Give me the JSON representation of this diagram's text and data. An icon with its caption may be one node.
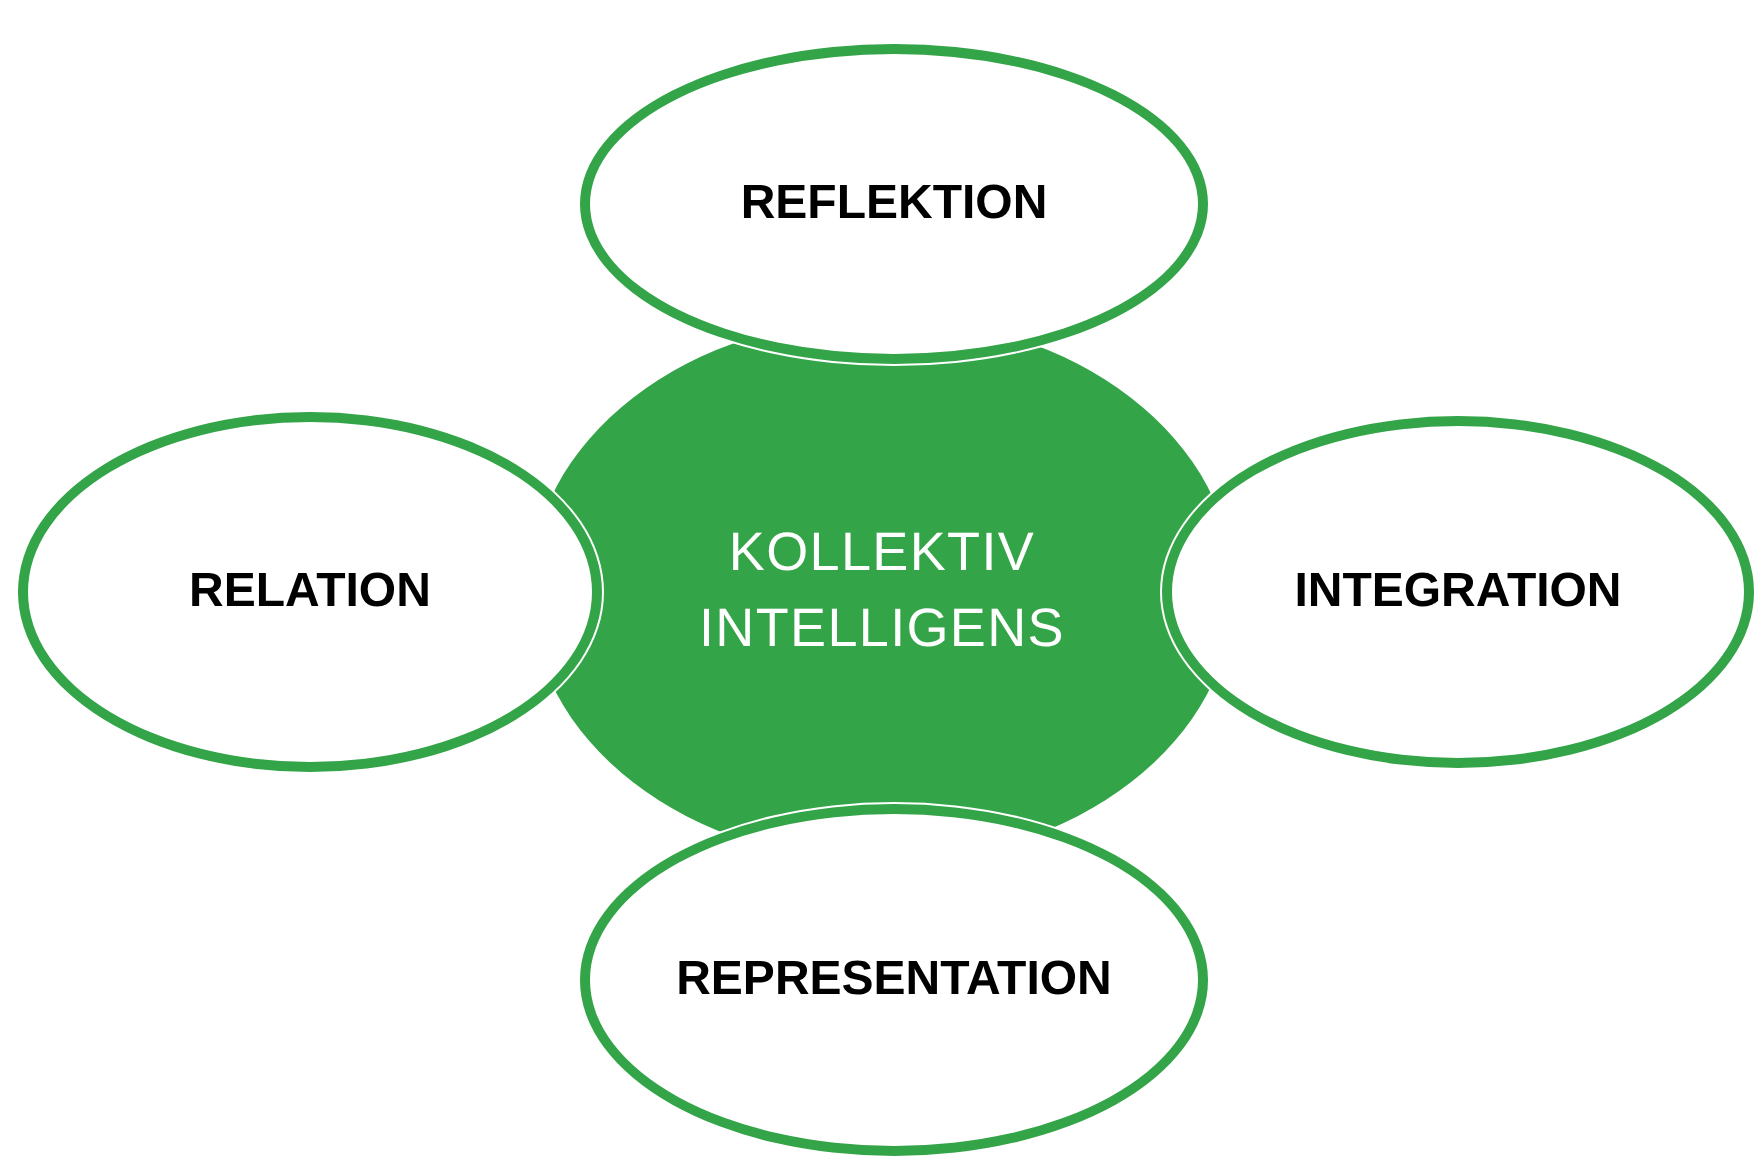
{
  "diagram": {
    "nodes": [
      {
        "text": [
          "KOLLEKTIV INTELLIGENS"
        ]
      },
      {
        "text": [
          "REFLEKTION"
        ]
      },
      {
        "text": [
          "RELATION"
        ]
      },
      {
        "text": [
          "INTEGRATION"
        ]
      },
      {
        "text": [
          "REPRESENTATION"
        ]
      }
    ]
  }
}
